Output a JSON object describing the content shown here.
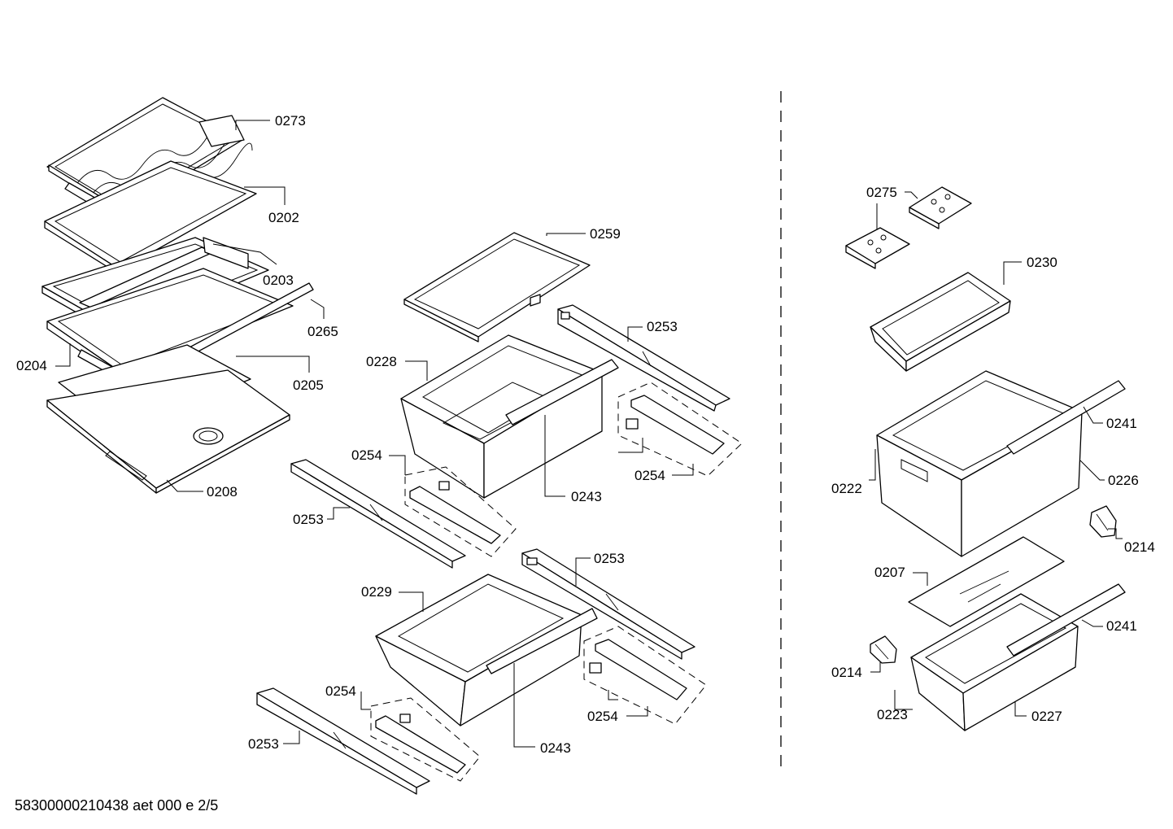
{
  "document": {
    "reference": "58300000210438 aet 000 e 2/5"
  },
  "callouts": {
    "c0273": "0273",
    "c0202": "0202",
    "c0203": "0203",
    "c0265": "0265",
    "c0204": "0204",
    "c0205": "0205",
    "c0208": "0208",
    "c0259": "0259",
    "c0253a": "0253",
    "c0228": "0228",
    "c0254a": "0254",
    "c0254b": "0254",
    "c0243a": "0243",
    "c0253b": "0253",
    "c0253c": "0253",
    "c0229": "0229",
    "c0254c": "0254",
    "c0254d": "0254",
    "c0253d": "0253",
    "c0243b": "0243",
    "c0275": "0275",
    "c0230": "0230",
    "c0241a": "0241",
    "c0222": "0222",
    "c0226": "0226",
    "c0214a": "0214",
    "c0207": "0207",
    "c0241b": "0241",
    "c0214b": "0214",
    "c0223": "0223",
    "c0227": "0227"
  }
}
